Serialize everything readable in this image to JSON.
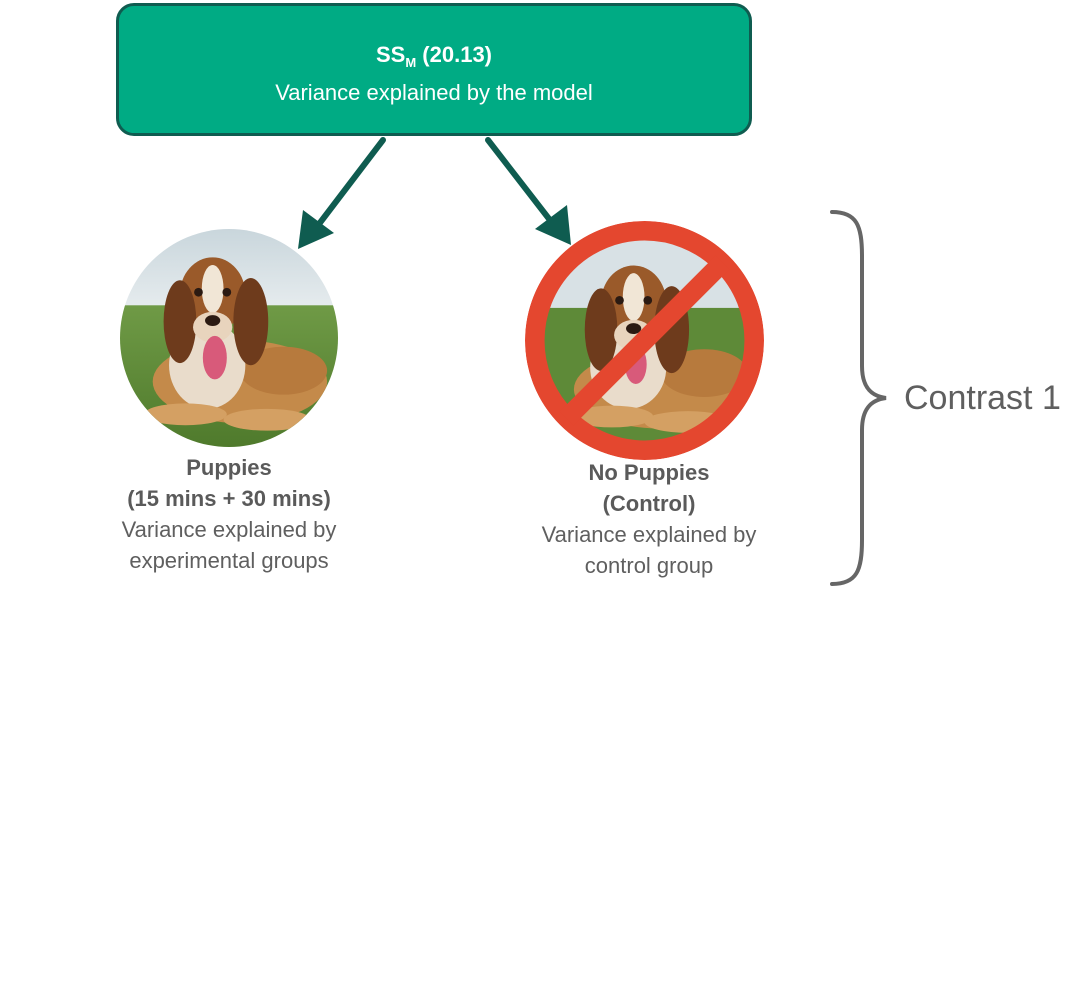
{
  "colors": {
    "box_fill": "#00ab84",
    "box_border": "#0f5c50",
    "arrow": "#0f5c50",
    "prohibition": "#e4472f",
    "text": "#5f5f5f",
    "brace": "#666666"
  },
  "model": {
    "title_main": "SS",
    "title_sub": "M",
    "title_value": " (20.13)",
    "description": "Variance explained by the model"
  },
  "groups": [
    {
      "title": "Puppies",
      "subtitle": "(15 mins + 30 mins)",
      "desc_line1": "Variance explained by",
      "desc_line2": "experimental groups",
      "icon": "dog-photo"
    },
    {
      "title": "No Puppies",
      "subtitle": "(Control)",
      "desc_line1": "Variance explained by",
      "desc_line2": "control group",
      "icon": "dog-photo-prohibited"
    }
  ],
  "contrast": {
    "label": "Contrast 1"
  }
}
